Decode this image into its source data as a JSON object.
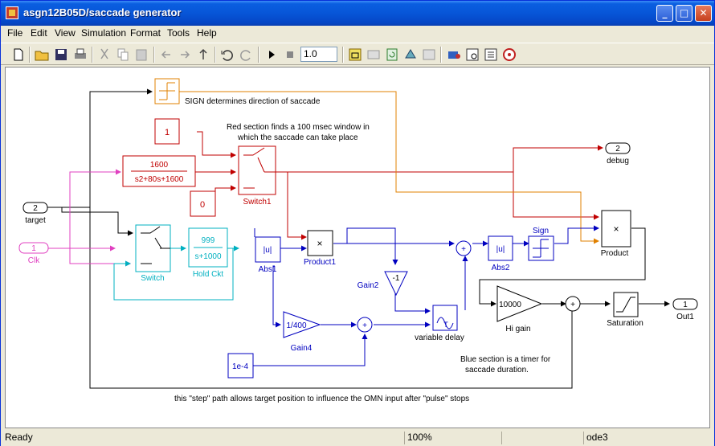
{
  "window": {
    "title": "asgn12B05D/saccade generator"
  },
  "title_buttons": {
    "minimize": "_",
    "maximize": "□",
    "close": "✕"
  },
  "menu": [
    "File",
    "Edit",
    "View",
    "Simulation",
    "Format",
    "Tools",
    "Help"
  ],
  "toolbar": {
    "stop_time": "1.0"
  },
  "blocks": {
    "sign_router": "",
    "const1": "1",
    "const0": "0",
    "tf_num": "1600",
    "tf_den": "s2+80s+1600",
    "switch1_label": "Switch1",
    "switch_label": "Switch",
    "hold_num": "999",
    "hold_den": "s+1000",
    "hold_label": "Hold Ckt",
    "abs1_text": "|u|",
    "abs1_label": "Abs1",
    "product1_text": "×",
    "product1_label": "Product1",
    "gain2_text": "-1",
    "gain2_label": "Gain2",
    "abs2_text": "|u|",
    "abs2_label": "Abs2",
    "sign_label": "Sign",
    "product_text": "×",
    "product_label": "Product",
    "gain4_text": "1/400",
    "gain4_label": "Gain4",
    "vdelay_label": "variable delay",
    "higain_text": "10000",
    "higain_label": "Hi gain",
    "saturation_label": "Saturation",
    "const_1e4": "1e-4",
    "in_target_num": "2",
    "in_target_label": "target",
    "in_clk_num": "1",
    "in_clk_label": "Clk",
    "out_debug_num": "2",
    "out_debug_label": "debug",
    "out1_num": "1",
    "out1_label": "Out1"
  },
  "annotations": {
    "sign_note": "SIGN determines direction of saccade",
    "red_note_1": "Red section finds a 100 msec window in",
    "red_note_2": "which the saccade can take place",
    "blue_note_1": "Blue section is a timer for",
    "blue_note_2": "saccade duration.",
    "step_note": "this \"step\" path allows target position to influence the OMN input after \"pulse\" stops"
  },
  "status": {
    "state": "Ready",
    "zoom": "100%",
    "solver": "ode3"
  },
  "colors": {
    "red": "#c00000",
    "blue": "#0000c0",
    "cyan": "#00b0c0",
    "magenta": "#e040c0",
    "orange": "#e08000",
    "black": "#000000"
  }
}
